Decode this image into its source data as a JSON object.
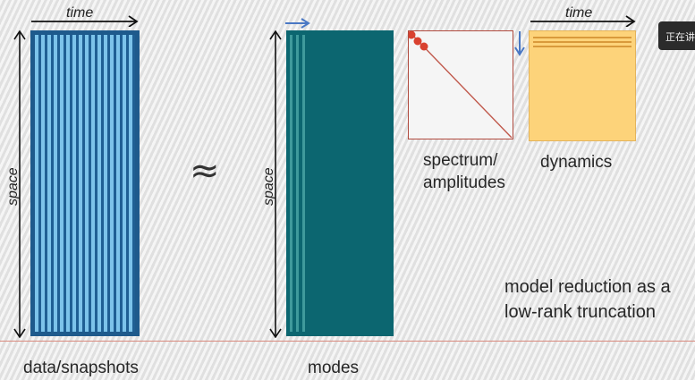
{
  "labels": {
    "time_left": "time",
    "time_right": "time",
    "space_left": "space",
    "space_right": "space",
    "approx": "≈",
    "spectrum": "spectrum/",
    "amplitudes": "amplitudes",
    "dynamics": "dynamics",
    "data_snapshots": "data/snapshots",
    "modes": "modes",
    "caption_line1": "model reduction as a",
    "caption_line2": "low-rank truncation"
  },
  "tooltip": {
    "text": "正在讲"
  },
  "colors": {
    "data_matrix": "#1e5a8c",
    "data_stripes": "#7cc3ea",
    "modes_matrix": "#0c6670",
    "spectrum_border": "#b04a3e",
    "spectrum_dots": "#d9412f",
    "dynamics_fill": "#fdd37a",
    "arrow_blue": "#4a78c4",
    "baseline": "#d98a7e"
  }
}
